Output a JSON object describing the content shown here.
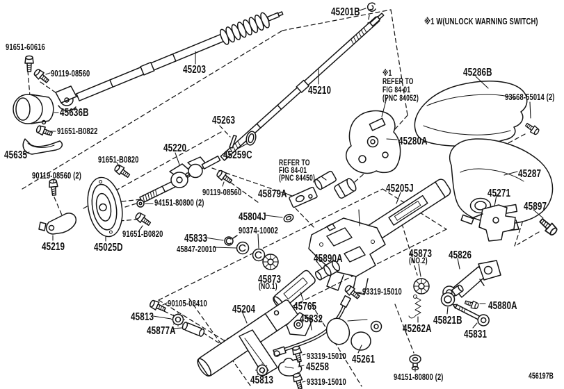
{
  "figure": {
    "code": "456197B",
    "note_unlock": "※1  W(UNLOCK WARNING SWITCH)",
    "refer_note_1": {
      "mark": "※1",
      "l1": "REFER TO",
      "l2": "FIG 84-01",
      "l3": "(PNC 84052)"
    },
    "refer_note_2": {
      "l1": "REFER TO",
      "l2": "FIG 84-01",
      "l3": "(PNC 84450)"
    }
  },
  "labels": {
    "n91651_60616": "91651-60616",
    "n90119_08560_a": "90119-08560",
    "n45203": "45203",
    "n45201B": "45201B",
    "n45210": "45210",
    "n45286B": "45286B",
    "n93568_55014": "93568-55014 (2)",
    "n45636B": "45636B",
    "n91651_B0822": "91651-B0822",
    "n45635": "45635",
    "n45263": "45263",
    "n45220": "45220",
    "n45259C": "45259C",
    "n91651_B0820_a": "91651-B0820",
    "n90119_08560_2": "90119-08560 (2)",
    "n45879A": "45879A",
    "n45280A": "45280A",
    "n45287": "45287",
    "n90119_08560_b": "90119-08560",
    "n94151_80800_a": "94151-80800 (2)",
    "n45205J": "45205J",
    "n45271": "45271",
    "n45897": "45897",
    "n45804J": "45804J",
    "n91651_B0820_b": "91651-B0820",
    "n90374_10002": "90374-10002",
    "n45833": "45833",
    "n45847_20010": "45847-20010",
    "n45219": "45219",
    "n45025D": "45025D",
    "n45890A": "45890A",
    "n45873_a": "45873",
    "n45873_a_no": "(NO.1)",
    "n45873_b": "45873",
    "n45873_b_no": "(NO.2)",
    "n45826": "45826",
    "n93319_15010_a": "93319-15010",
    "n45765": "45765",
    "n45204": "45204",
    "n45832": "45832",
    "n90105_08410": "90105-08410",
    "n45813_a": "45813",
    "n45877A": "45877A",
    "n45262A": "45262A",
    "n45821B": "45821B",
    "n45831": "45831",
    "n45880A": "45880A",
    "n45261": "45261",
    "n45258": "45258",
    "n93319_15010_b": "93319-15010",
    "n93319_15010_c": "93319-15010",
    "n45813_b": "45813",
    "n94151_80800_b": "94151-80800 (2)",
    "fig_code": "456197B"
  }
}
